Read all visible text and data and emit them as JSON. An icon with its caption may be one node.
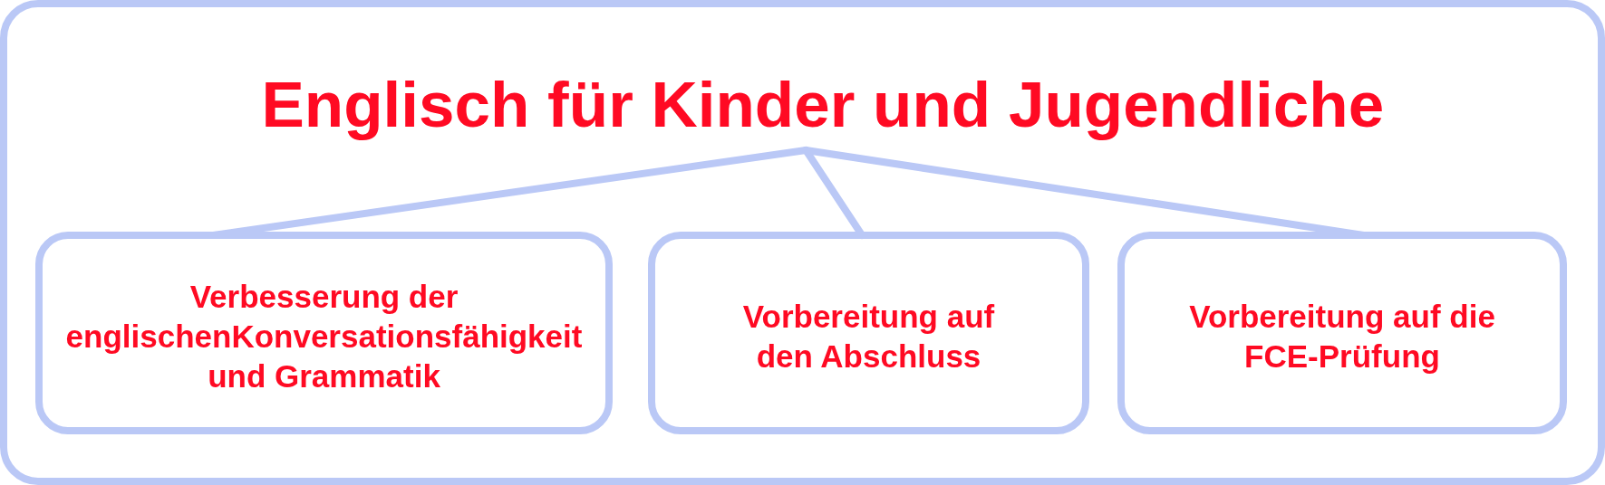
{
  "diagram": {
    "nodes": [
      {
        "text": [],
        "shape": "box"
      },
      {
        "text": [
          "Englisch für Kinder und Jugendliche"
        ],
        "in": 0
      },
      {
        "text": [
          "Verbesserung der englischenKonversationsfähigkeit und Grammatik"
        ],
        "in": 0
      },
      {
        "text": [
          "Vorbereitung auf den Abschluss"
        ],
        "in": 0
      },
      {
        "text": [
          "Vorbereitung auf die FCE-Prüfung"
        ],
        "in": 0
      }
    ],
    "edges": [
      {
        "from": 1,
        "to": 2,
        "arrow": "none"
      },
      {
        "from": 1,
        "to": 3,
        "arrow": "none"
      },
      {
        "from": 1,
        "to": 4,
        "arrow": "none"
      }
    ]
  }
}
